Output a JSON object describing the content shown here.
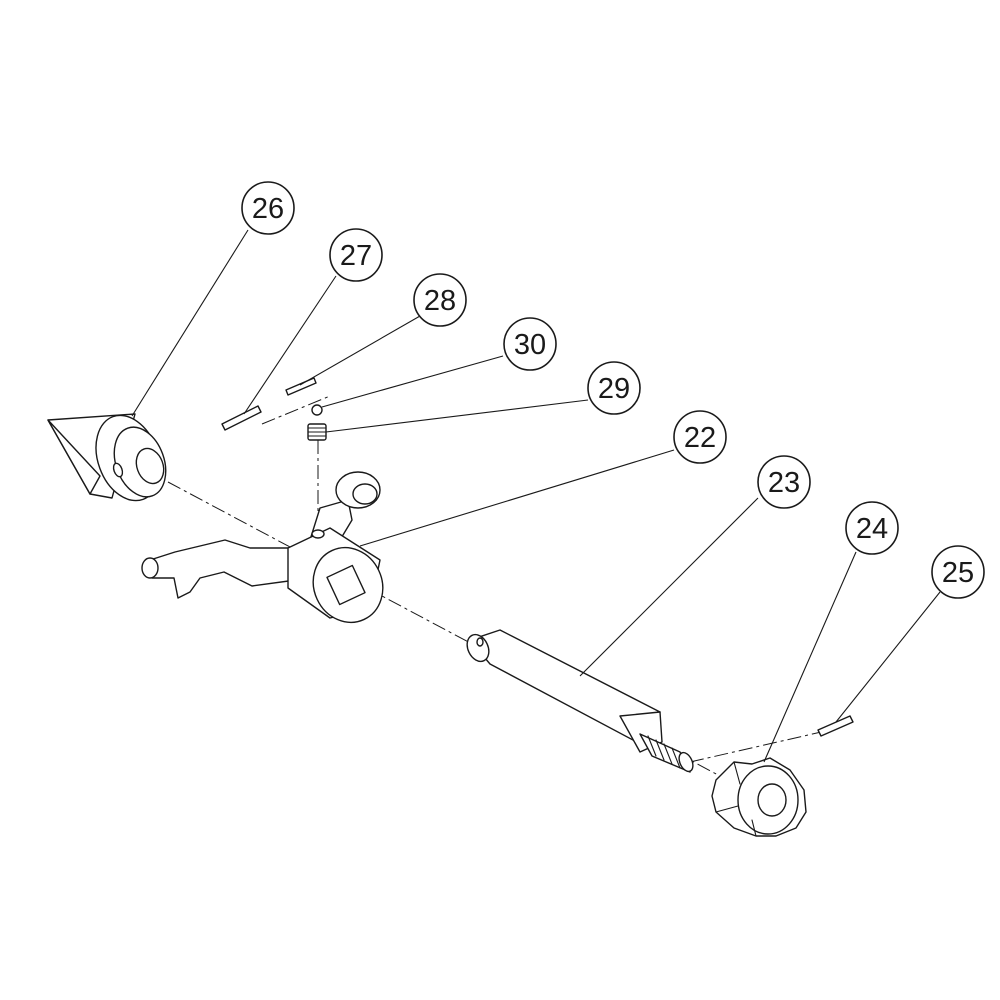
{
  "callouts": [
    {
      "id": "c26",
      "label": "26"
    },
    {
      "id": "c27",
      "label": "27"
    },
    {
      "id": "c28",
      "label": "28"
    },
    {
      "id": "c30",
      "label": "30"
    },
    {
      "id": "c29",
      "label": "29"
    },
    {
      "id": "c22",
      "label": "22"
    },
    {
      "id": "c23",
      "label": "23"
    },
    {
      "id": "c24",
      "label": "24"
    },
    {
      "id": "c25",
      "label": "25"
    }
  ]
}
